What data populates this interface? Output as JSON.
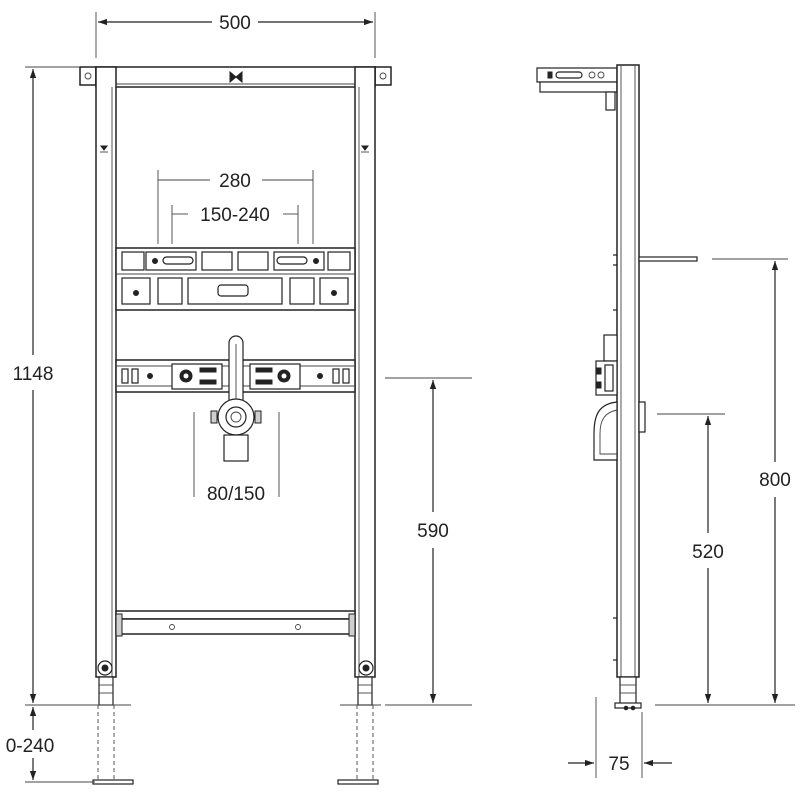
{
  "diagram": {
    "dimensions": {
      "overall_width": "500",
      "overall_height": "1148",
      "mount_spacing": "280",
      "mount_range": "150-240",
      "fitting_spacing": "80/150",
      "fitting_height": "590",
      "foot_range": "0-240",
      "side_top_height": "800",
      "side_mid_height": "520",
      "depth": "75"
    },
    "colors": {
      "line": "#222222",
      "background": "#ffffff"
    }
  }
}
